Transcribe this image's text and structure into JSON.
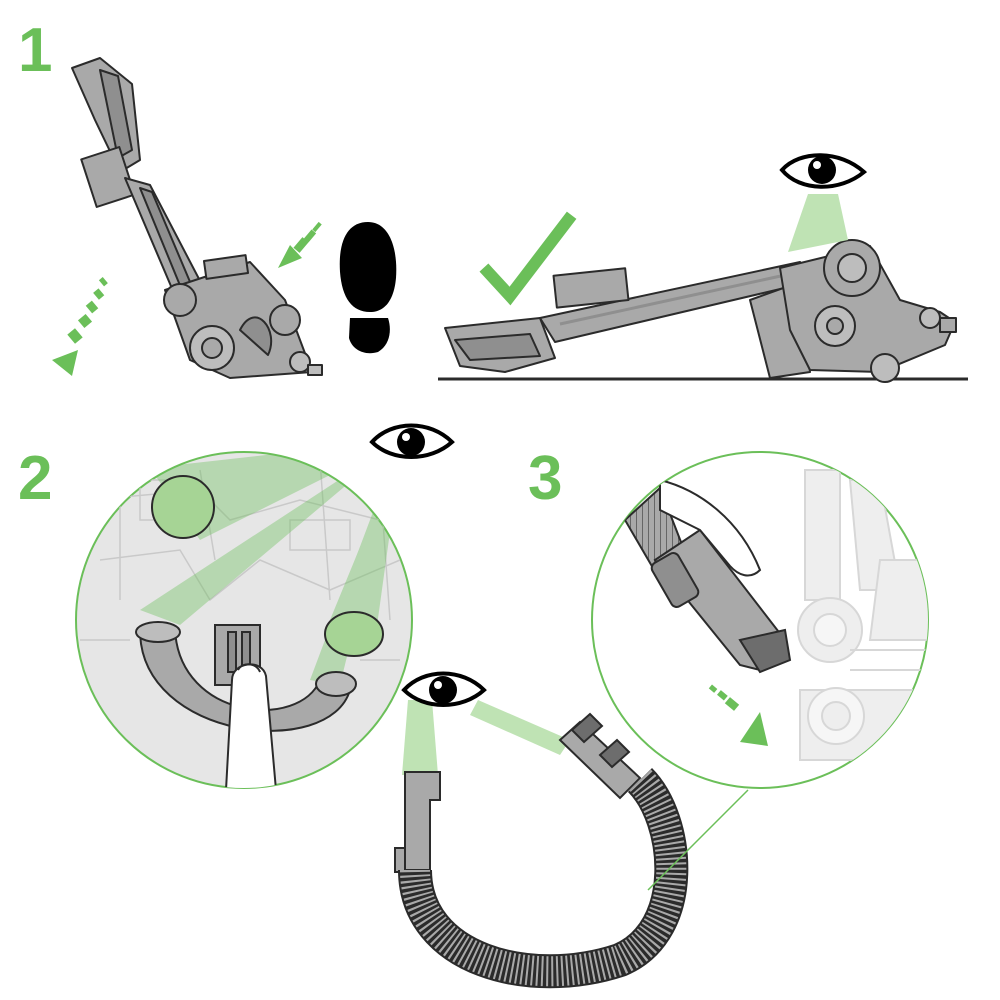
{
  "steps": [
    {
      "number": "1"
    },
    {
      "number": "2"
    },
    {
      "number": "3"
    }
  ],
  "colors": {
    "accent_green": "#6bbf59",
    "light_green": "#bfe3b4",
    "gray": "#a9a9a9",
    "dark_gray": "#6d6d6d",
    "outline": "#2b2b2b",
    "black": "#000000"
  },
  "icons": [
    "check-icon",
    "eye-icon",
    "footprint-icon",
    "arrow-down-left-icon",
    "arrow-down-right-icon"
  ]
}
